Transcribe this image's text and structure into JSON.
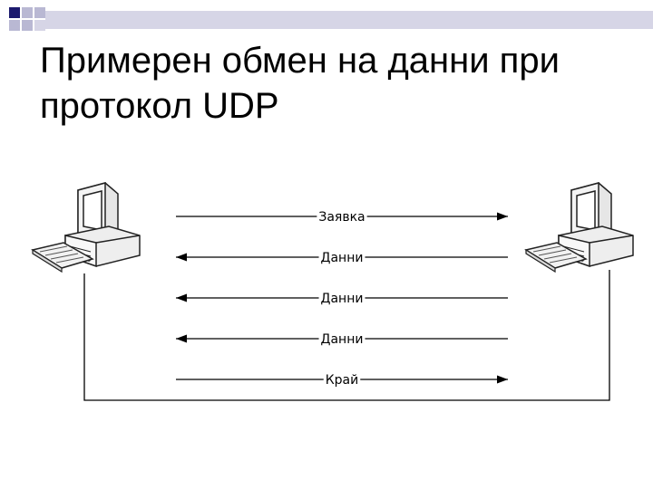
{
  "slide": {
    "title": "Примерен обмен на данни при протокол UDP"
  },
  "diagram": {
    "left_node": "computer-icon",
    "right_node": "computer-icon",
    "messages": [
      {
        "label": "Заявка",
        "direction": "right"
      },
      {
        "label": "Данни",
        "direction": "left"
      },
      {
        "label": "Данни",
        "direction": "left"
      },
      {
        "label": "Данни",
        "direction": "left"
      },
      {
        "label": "Край",
        "direction": "right"
      }
    ],
    "colors": {
      "deco_dark": "#1c1a6e",
      "deco_light": "#b9b8d3",
      "deco_bar": "#d6d5e6",
      "line": "#000000"
    }
  }
}
